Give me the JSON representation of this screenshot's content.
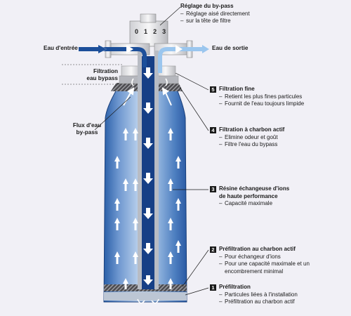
{
  "bypass": {
    "title": "Réglage du by-pass",
    "lines": [
      "Réglage aisé directement",
      "sur la tête de filtre"
    ],
    "dial": [
      "0",
      "1",
      "2",
      "3"
    ]
  },
  "ports": {
    "inlet": "Eau d'entrée",
    "outlet": "Eau de sortie"
  },
  "left_labels": {
    "filtration_bypass": [
      "Filtration",
      "eau bypass"
    ],
    "flux_bypass": [
      "Flux d'eau",
      "by-pass"
    ]
  },
  "stages": [
    {
      "number": "5",
      "title": [
        "Filtration fine"
      ],
      "bullets": [
        "Retient les plus fines particules",
        "Fournit de l'eau toujours limpide"
      ]
    },
    {
      "number": "4",
      "title": [
        "Filtration à charbon actif"
      ],
      "bullets": [
        "Elimine odeur et goût",
        "Filtre l'eau du bypass"
      ]
    },
    {
      "number": "3",
      "title": [
        "Résine échangeuse d'ions",
        "de haute performance"
      ],
      "bullets": [
        "Capacité maximale"
      ]
    },
    {
      "number": "2",
      "title": [
        "Préfiltration au charbon actif"
      ],
      "bullets": [
        "Pour échangeur d'ions",
        "Pour une capacité maximale et un encombrement minimal"
      ]
    },
    {
      "number": "1",
      "title": [
        "Préfiltration"
      ],
      "bullets": [
        "Particules liées à l'installation",
        "Préfiltration au charbon actif"
      ]
    }
  ],
  "colors": {
    "background": "#f1f0f6",
    "body_dark": "#1f4f96",
    "body_light": "#8fb2dc",
    "core": "#163f86",
    "inlet_arrow": "#1c4f9a",
    "outlet_arrow": "#7fb3e3"
  }
}
